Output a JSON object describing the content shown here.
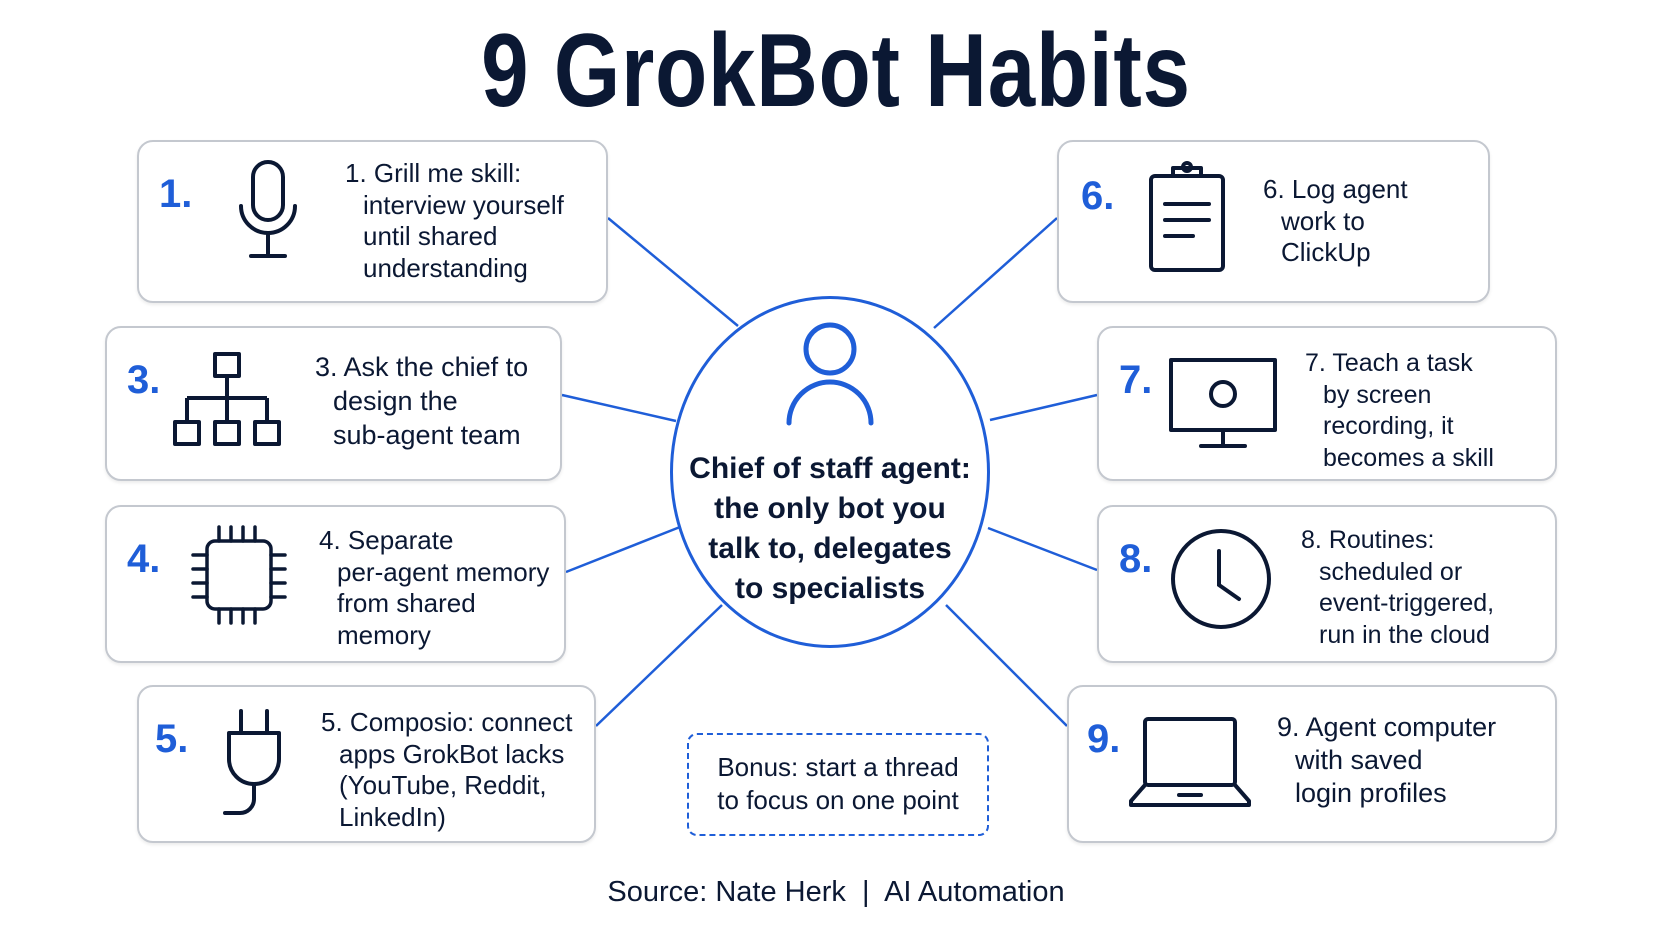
{
  "title": "9 GrokBot Habits",
  "center": {
    "lines": [
      "Chief of staff agent:",
      "the only bot you",
      "talk to, delegates",
      "to specialists"
    ]
  },
  "habits": [
    {
      "badge": "1.",
      "num": "1.",
      "lines": [
        "Grill me skill:",
        "interview yourself",
        "until shared",
        "understanding"
      ],
      "icon": "microphone-icon"
    },
    {
      "badge": "3.",
      "num": "3.",
      "lines": [
        "Ask the chief to",
        "design the",
        "sub-agent team"
      ],
      "icon": "org-chart-icon"
    },
    {
      "badge": "4.",
      "num": "4.",
      "lines": [
        "Separate",
        "per-agent memory",
        "from shared",
        "memory"
      ],
      "icon": "chip-icon"
    },
    {
      "badge": "5.",
      "num": "5.",
      "lines": [
        "Composio: connect",
        "apps GrokBot lacks",
        "(YouTube, Reddit,",
        "LinkedIn)"
      ],
      "icon": "plug-icon"
    },
    {
      "badge": "6.",
      "num": "6.",
      "lines": [
        "Log agent",
        "work to",
        "ClickUp"
      ],
      "icon": "clipboard-icon"
    },
    {
      "badge": "7.",
      "num": "7.",
      "lines": [
        "Teach a task",
        "by screen",
        "recording, it",
        "becomes a skill"
      ],
      "icon": "monitor-icon"
    },
    {
      "badge": "8.",
      "num": "8.",
      "lines": [
        "Routines:",
        "scheduled or",
        "event-triggered,",
        "run in the cloud"
      ],
      "icon": "clock-icon"
    },
    {
      "badge": "9.",
      "num": "9.",
      "lines": [
        "Agent computer",
        "with saved",
        "login profiles"
      ],
      "icon": "laptop-icon"
    }
  ],
  "bonus": {
    "lines": [
      "Bonus: start a thread",
      "to focus on one point"
    ]
  },
  "source": "Source: Nate Herk  |  AI Automation",
  "colors": {
    "accent": "#1f5ed8",
    "text": "#0b1833",
    "card_border": "#c4c8cf"
  }
}
